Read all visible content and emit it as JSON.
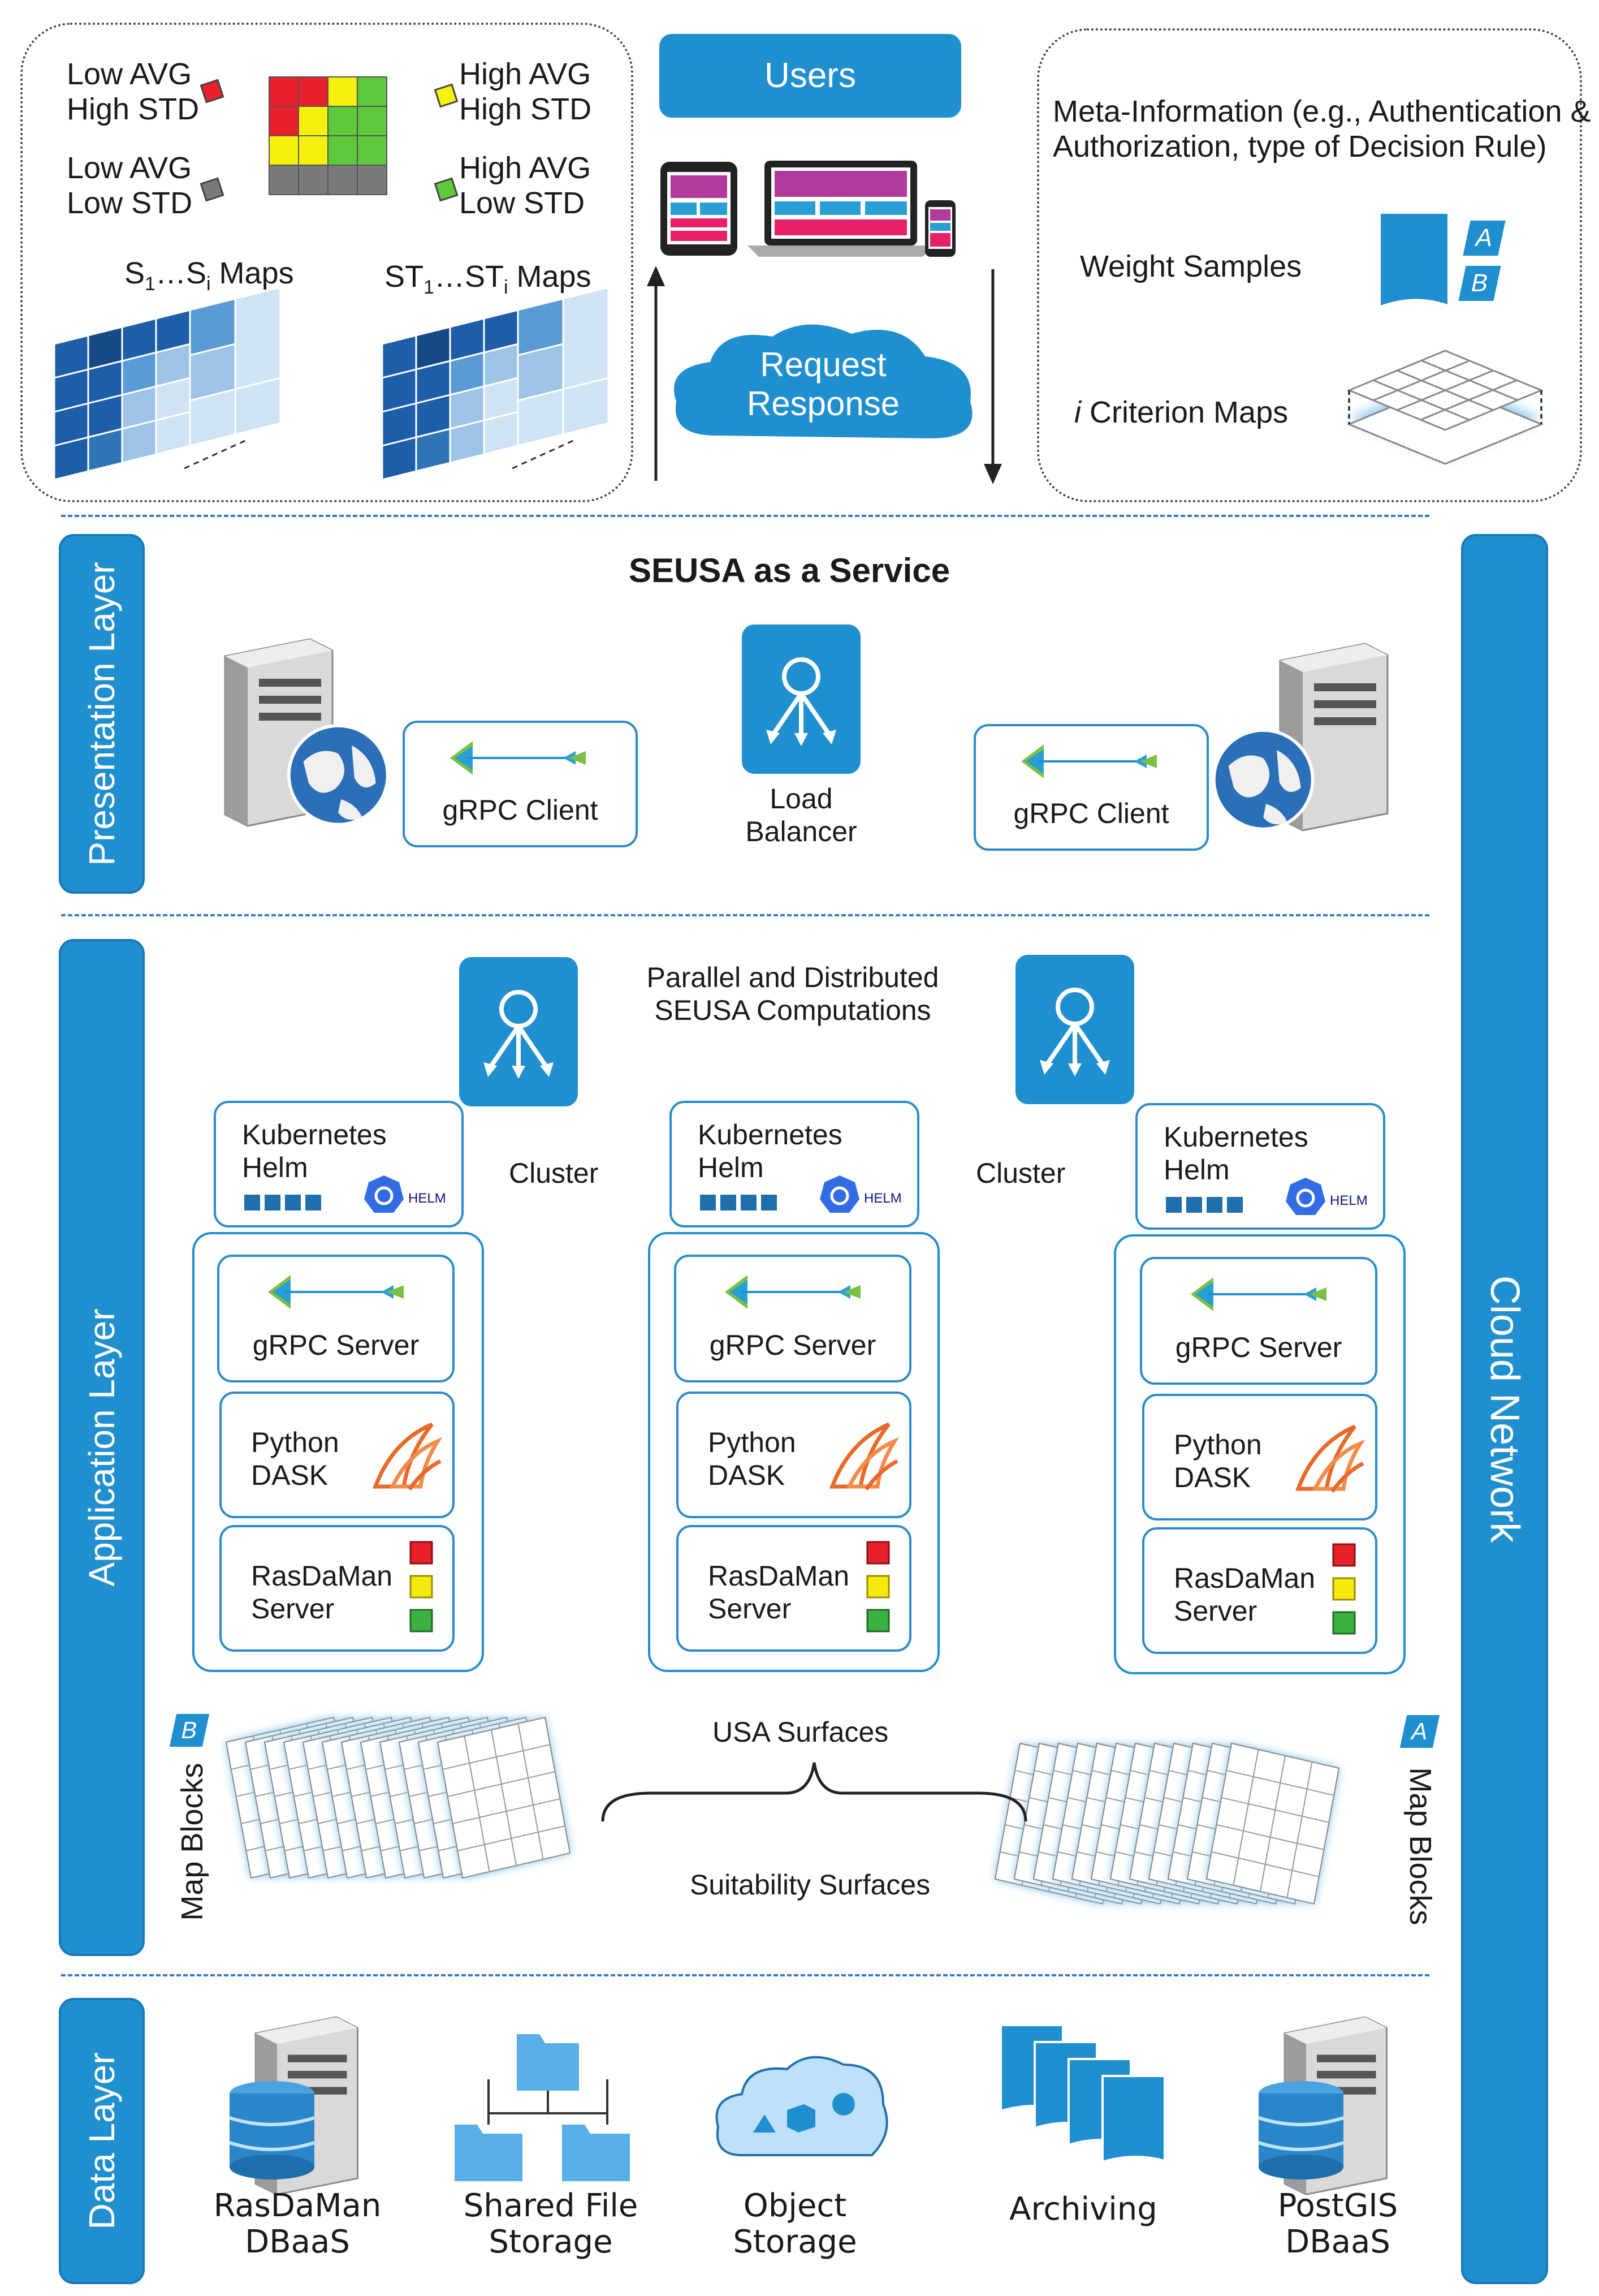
{
  "top": {
    "legend": {
      "low_avg_high_std": "Low AVG\nHigh STD",
      "high_avg_high_std": "High AVG\nHigh STD",
      "low_avg_low_std": "Low AVG\nLow STD",
      "high_avg_low_std": "High AVG\nLow STD",
      "colors": {
        "red": "#e8202a",
        "yellow": "#f5f00f",
        "green": "#5cc83a",
        "gray": "#7a7a7a"
      }
    },
    "maps": {
      "s_prefix": "S",
      "s_sub1": "1",
      "s_mid": "…S",
      "s_subi": "i",
      "s_suffix": " Maps",
      "st_prefix": "ST",
      "st_sub1": "1",
      "st_mid": "…ST",
      "st_subi": "i",
      "st_suffix": " Maps"
    },
    "users": "Users",
    "cloud": "Request\nResponse",
    "meta_info": "Meta-Information (e.g., Authentication &\nAuthorization, type of Decision Rule)",
    "weight_samples": "Weight Samples",
    "criterion_italic": "i",
    "criterion_rest": " Criterion Maps",
    "badge_a": "A",
    "badge_b": "B"
  },
  "presentation": {
    "layer_label": "Presentation Layer",
    "title": "SEUSA as a Service",
    "grpc_client": "gRPC Client",
    "load_balancer": "Load\nBalancer"
  },
  "cloud_network": "Cloud Network",
  "application": {
    "layer_label": "Application Layer",
    "parallel": "Parallel and Distributed\nSEUSA Computations",
    "kubernetes": "Kubernetes\nHelm",
    "helm_icon": "HELM",
    "cluster": "Cluster",
    "grpc_server": "gRPC Server",
    "python_dask": "Python\nDASK",
    "rasdaman_server": "RasDaMan\nServer",
    "usa_surfaces": "USA Surfaces",
    "suitability_surfaces": "Suitability Surfaces",
    "map_blocks": "Map Blocks",
    "badge_a": "A",
    "badge_b": "B"
  },
  "data": {
    "layer_label": "Data Layer",
    "items": [
      "RasDaMan\nDBaaS",
      "Shared File\nStorage",
      "Object\nStorage",
      "Archiving",
      "PostGIS\nDBaaS"
    ]
  }
}
